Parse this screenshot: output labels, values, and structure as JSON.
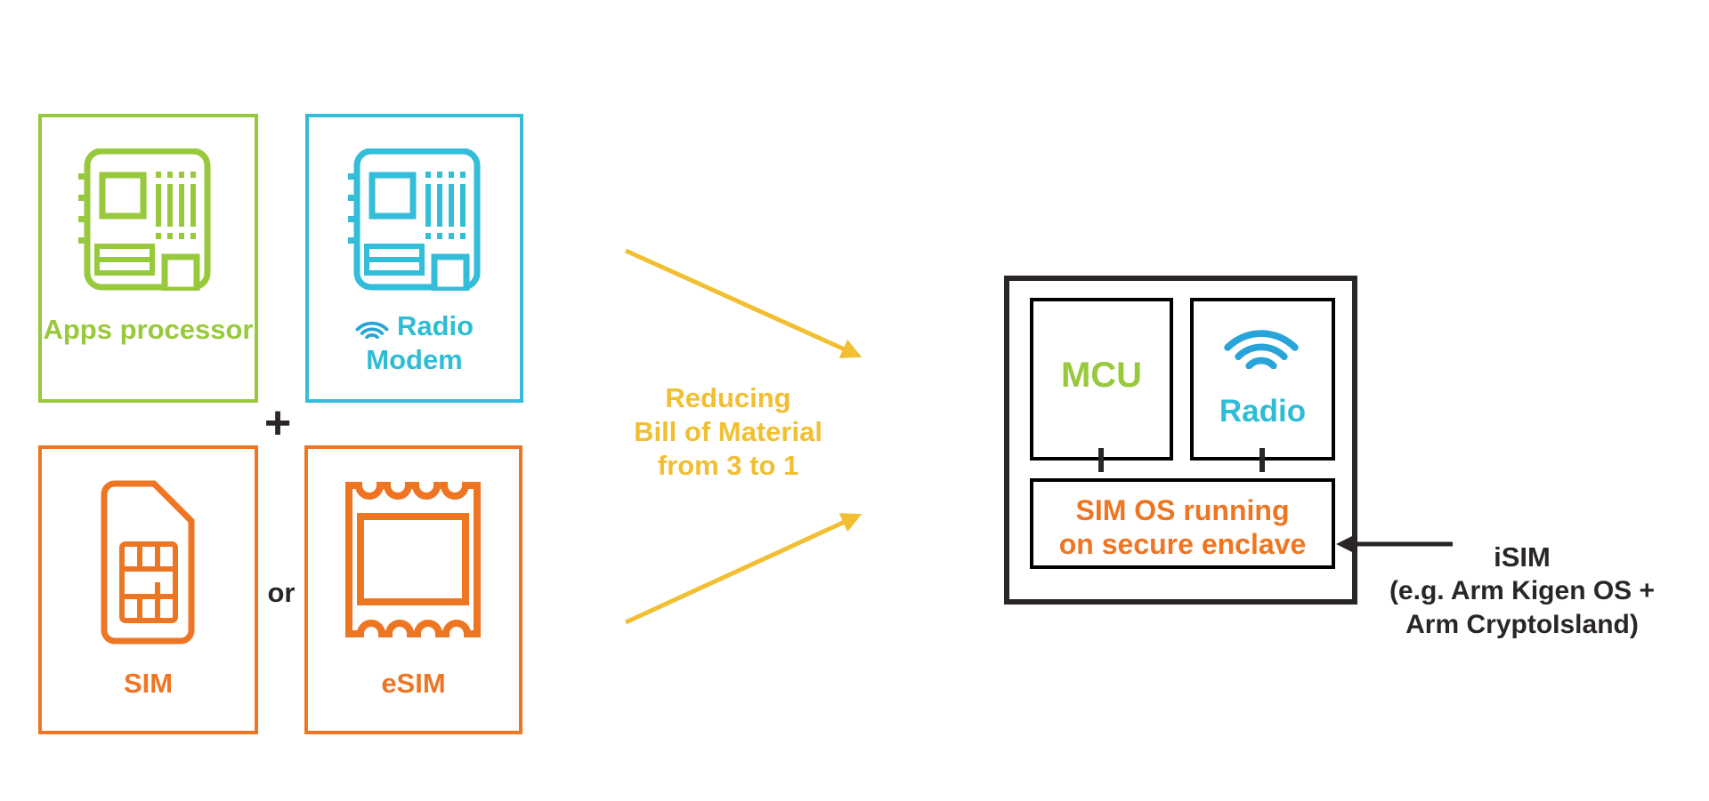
{
  "colors": {
    "green": "#98c93d",
    "cyan": "#33bdd8",
    "orange": "#ee7623",
    "yellow": "#f1bf31",
    "wifi_blue": "#28a4da",
    "ink": "#2a2627"
  },
  "left_cluster": {
    "apps_processor_label": "Apps processor",
    "radio_label": "Radio",
    "modem_label": "Modem",
    "plus_sign": "+",
    "or_text": "or",
    "sim_label": "SIM",
    "esim_label": "eSIM"
  },
  "transition": {
    "caption_line1": "Reducing",
    "caption_line2": "Bill of Material",
    "caption_line3": "from 3 to 1"
  },
  "soc": {
    "mcu_label": "MCU",
    "radio_label": "Radio",
    "sim_os_line1": "SIM OS running",
    "sim_os_line2": "on secure enclave"
  },
  "annotation": {
    "line1": "iSIM",
    "line2": "(e.g. Arm Kigen OS +",
    "line3": "Arm CryptoIsland)"
  }
}
